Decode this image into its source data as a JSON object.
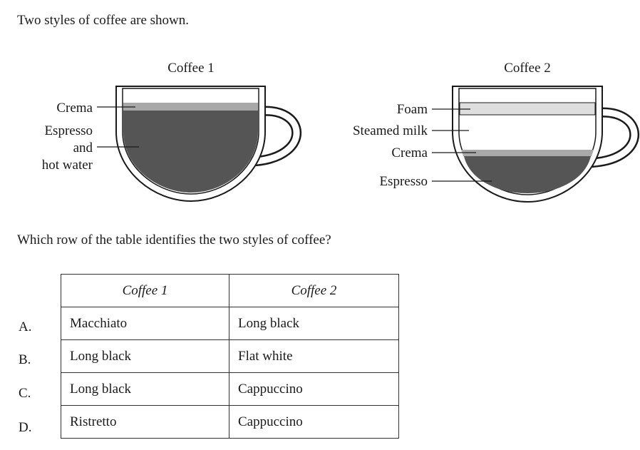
{
  "intro_text": "Two styles of coffee are shown.",
  "question_text": "Which row of the table identifies the two styles of coffee?",
  "coffee1": {
    "title": "Coffee 1",
    "labels": {
      "crema": "Crema",
      "espresso_line1": "Espresso",
      "espresso_line2": "and",
      "espresso_line3": "hot water"
    }
  },
  "coffee2": {
    "title": "Coffee 2",
    "labels": {
      "foam": "Foam",
      "steamed_milk": "Steamed milk",
      "crema": "Crema",
      "espresso": "Espresso"
    }
  },
  "table": {
    "headers": [
      "Coffee 1",
      "Coffee 2"
    ],
    "rows": [
      {
        "letter": "A.",
        "coffee1": "Macchiato",
        "coffee2": "Long black"
      },
      {
        "letter": "B.",
        "coffee1": "Long black",
        "coffee2": "Flat white"
      },
      {
        "letter": "C.",
        "coffee1": "Long black",
        "coffee2": "Cappuccino"
      },
      {
        "letter": "D.",
        "coffee1": "Ristretto",
        "coffee2": "Cappuccino"
      }
    ]
  },
  "colors": {
    "espresso": "#555555",
    "crema": "#a8a8a8",
    "foam": "#dedede",
    "outline": "#1a1a1a"
  }
}
